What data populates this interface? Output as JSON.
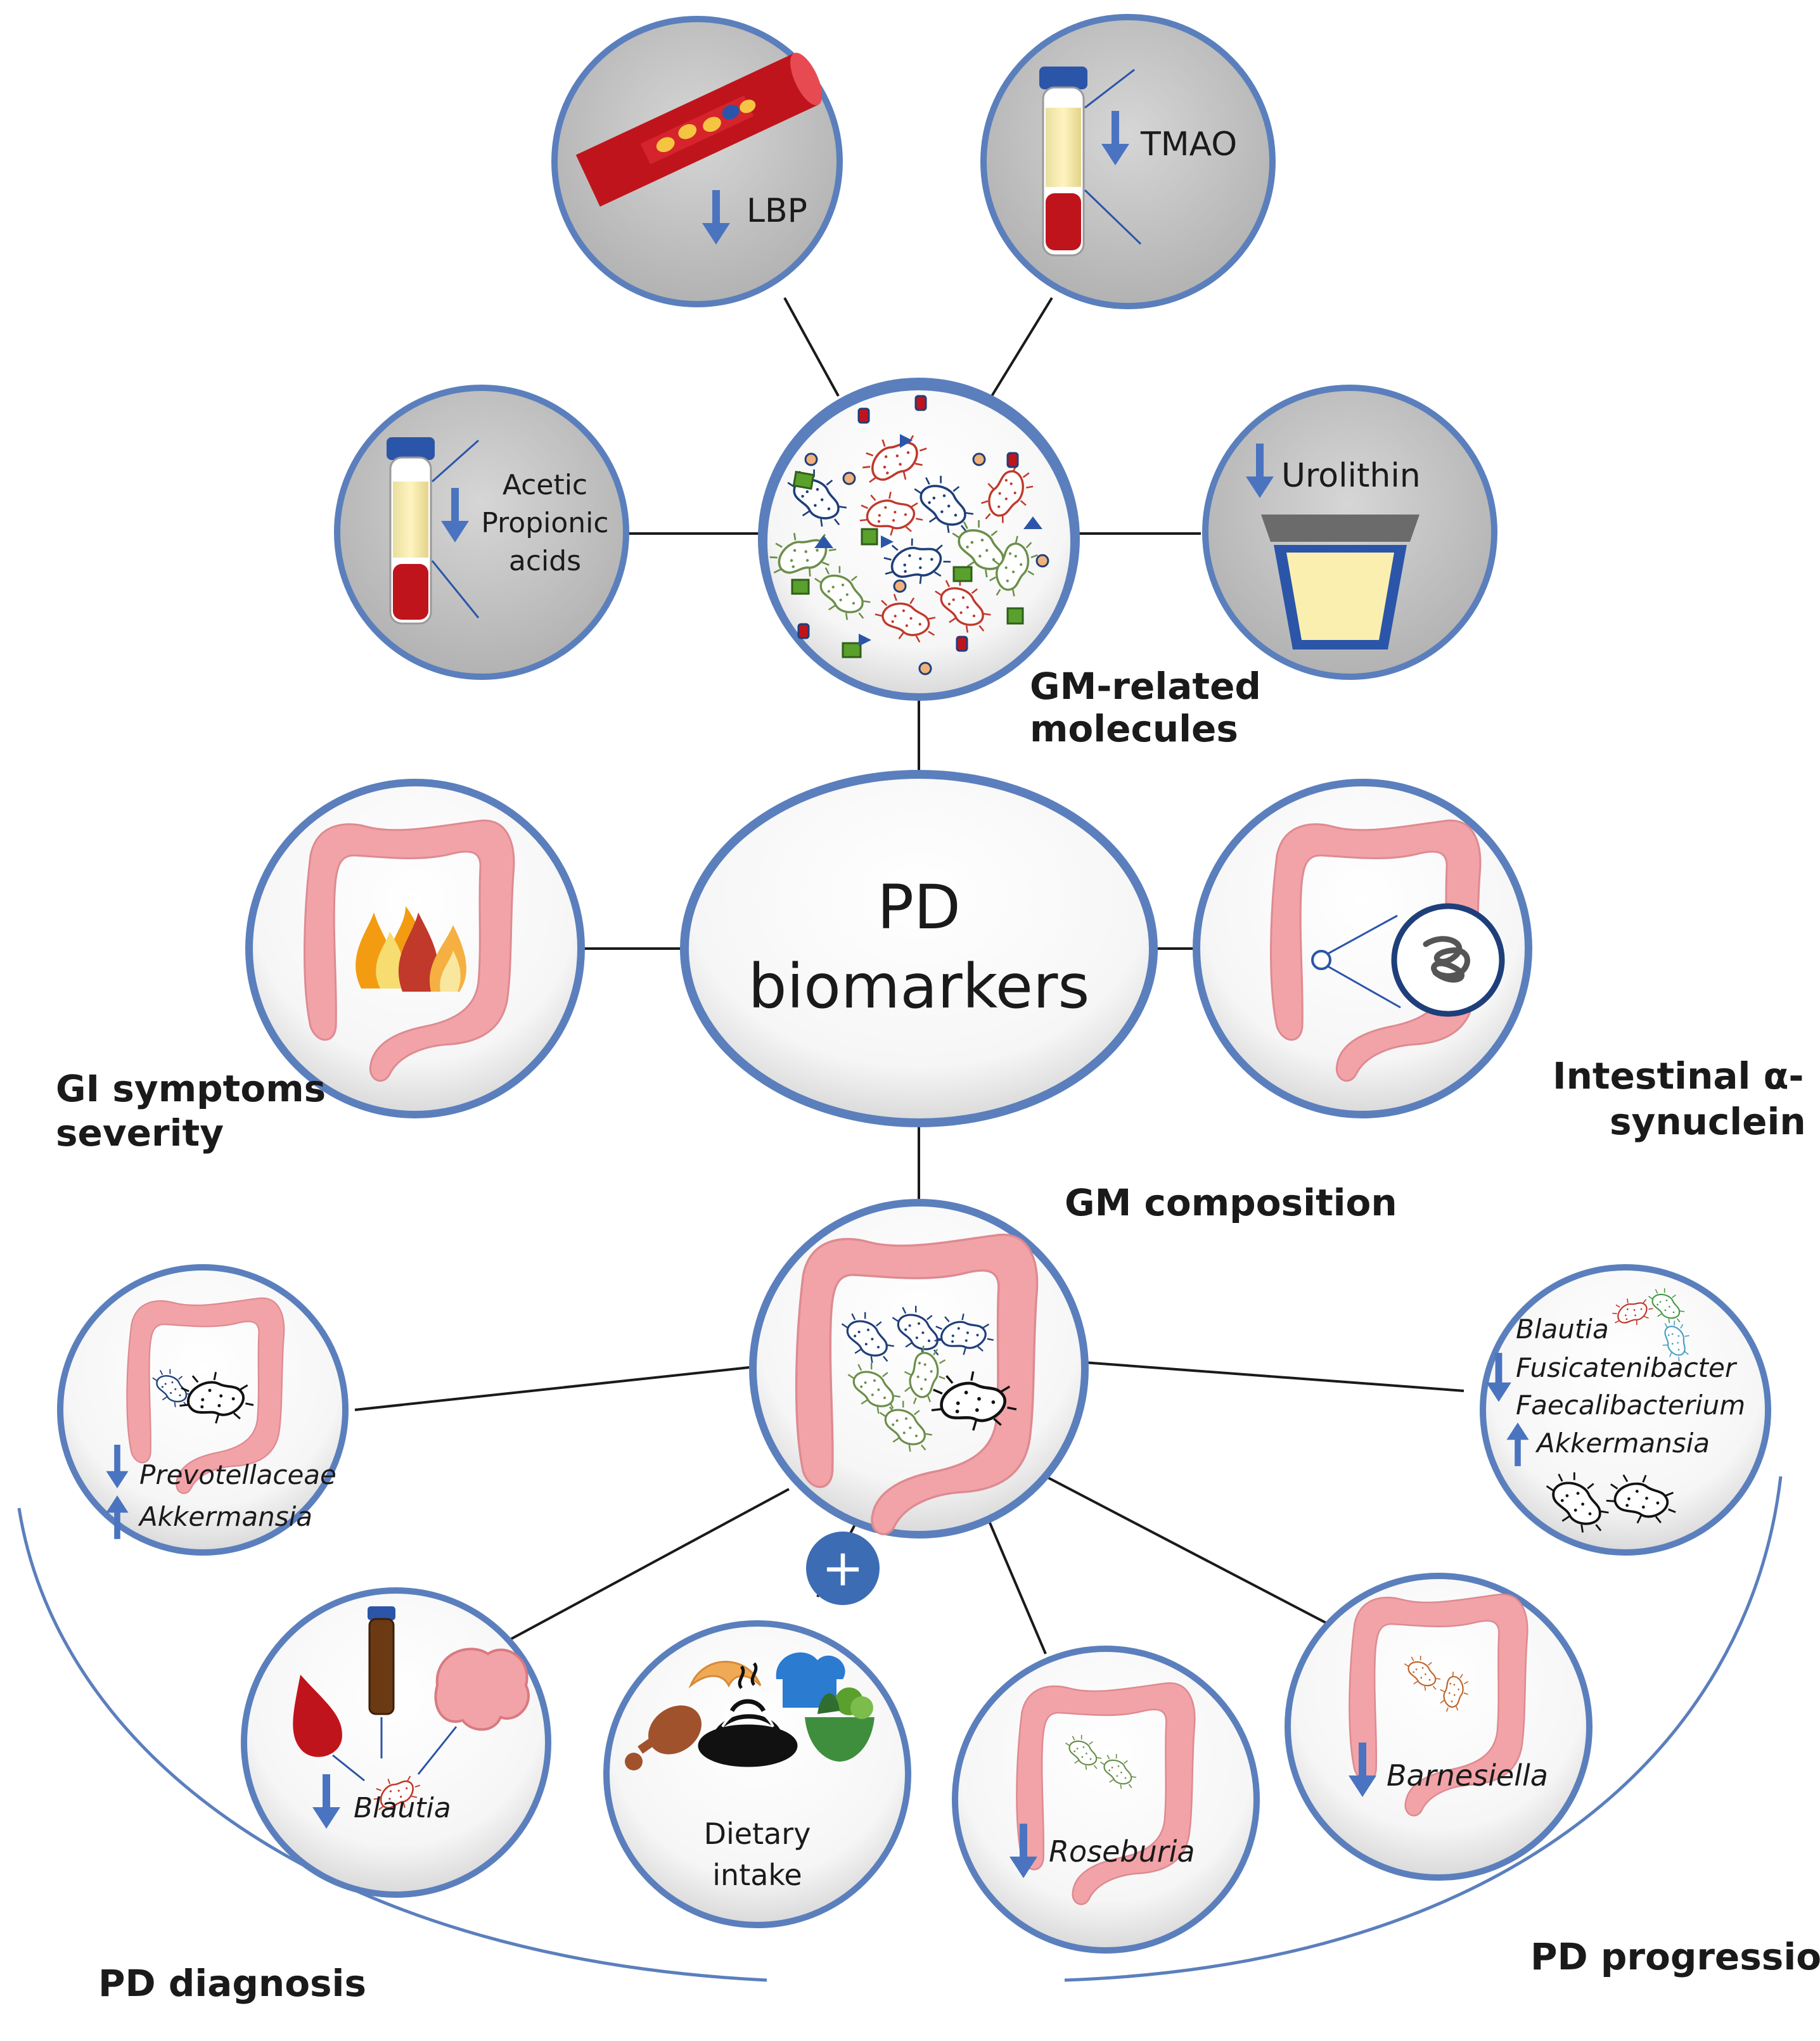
{
  "center": {
    "line1": "PD",
    "line2": "biomarkers"
  },
  "categories": {
    "gm_related_line1": "GM-related",
    "gm_related_line2": "molecules",
    "gi_line1": "GI symptoms",
    "gi_line2": "severity",
    "intestinal_line1": "Intestinal α-",
    "intestinal_line2": "synuclein",
    "gm_composition": "GM composition",
    "pd_diagnosis": "PD diagnosis",
    "pd_progression": "PD progression"
  },
  "molecules": {
    "lbp": "LBP",
    "tmao": "TMAO",
    "acetic": "Acetic",
    "propionic": "Propionic",
    "acids": "acids",
    "urolithin": "Urolithin"
  },
  "composition": {
    "prevotellaceae": "Prevotellaceae",
    "akkermansia_left": "Akkermansia",
    "blautia_right": "Blautia",
    "fusicatenibacter": "Fusicatenibacter",
    "faecalibacterium": "Faecalibacterium",
    "akkermansia_right": "Akkermansia",
    "blautia_bottom": "Blautia",
    "dietary_line1": "Dietary",
    "dietary_line2": "intake",
    "roseburia": "Roseburia",
    "barnesiella": "Barnesiella",
    "plus": "+"
  },
  "colors": {
    "ring": "#5b7fbd",
    "grey_fill": "#c9c9c9",
    "arrow": "#4a74c0",
    "colon": "#f2a3a8",
    "blood": "#c0141c"
  }
}
